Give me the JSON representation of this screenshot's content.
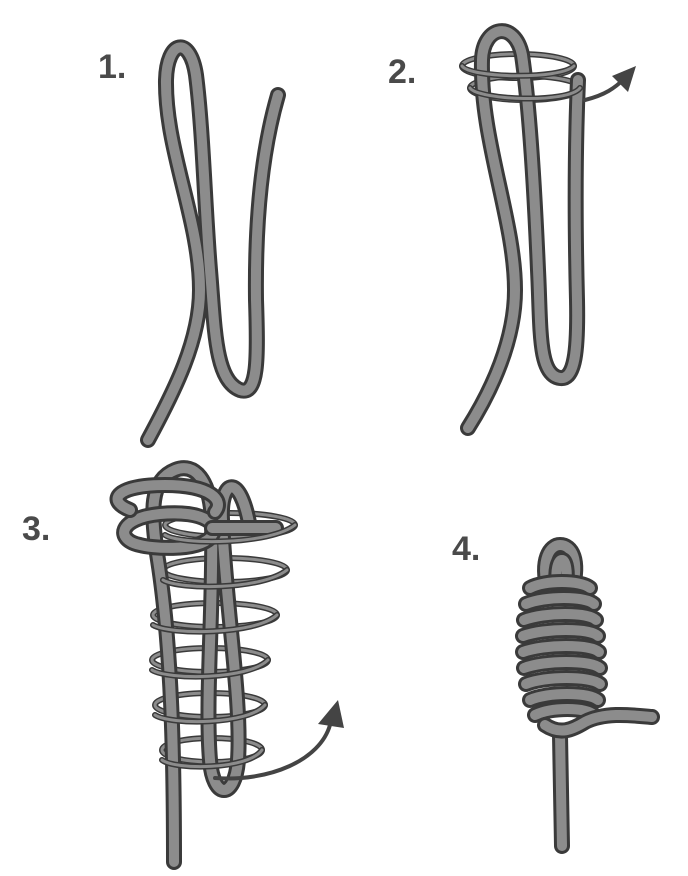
{
  "steps": [
    {
      "label": "1."
    },
    {
      "label": "2."
    },
    {
      "label": "3."
    },
    {
      "label": "4."
    }
  ],
  "colors": {
    "rope_fill": "#8c8c8c",
    "rope_outline": "#3a3a3a",
    "background": "#ffffff"
  }
}
